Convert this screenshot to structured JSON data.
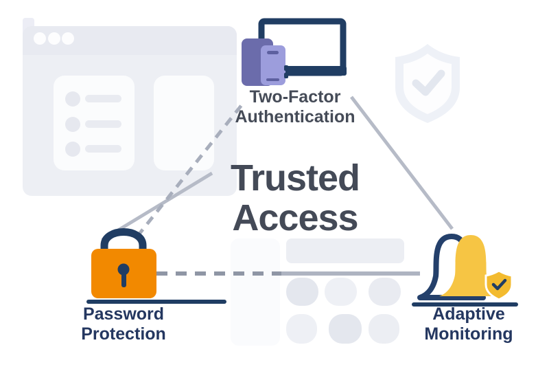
{
  "illustration": {
    "title": {
      "line1": "Trusted",
      "line2": "Access"
    },
    "nodes": {
      "applications": {
        "line1": "Two-Factor",
        "line2": "Authentication",
        "icon": "monitor-and-phones-icon"
      },
      "protection": {
        "line1": "Password",
        "line2": "Protection",
        "icon": "padlock-icon"
      },
      "monitoring": {
        "line1": "Adaptive",
        "line2": "Monitoring",
        "icon": "bell-verified-icon"
      }
    },
    "watermark_icon": "shield-check-icon",
    "colors": {
      "lock_orange": "#F28900",
      "bell_yellow": "#F6C544",
      "badge_yellow": "#F3BB2F",
      "navy": "#203D63",
      "phone_back": "#6B6CAB",
      "phone_front": "#9C9DDC",
      "title_slate": "#444A57",
      "label_navy": "#243760",
      "line_gray": "#B6BBC7",
      "dash_gray": "#8F96A5",
      "window_gray": "#EDEFF4",
      "panel_white": "#FAFBFD",
      "shield_gray": "#EEF1F7"
    }
  }
}
